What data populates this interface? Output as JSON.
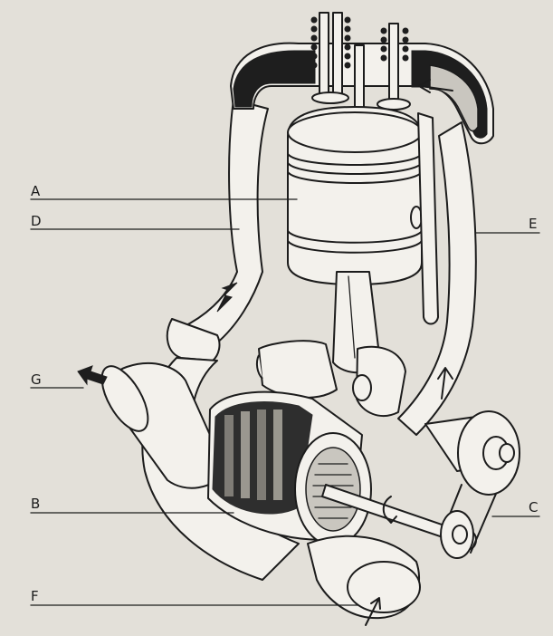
{
  "labels": {
    "A": "A",
    "B": "B",
    "C": "C",
    "D": "D",
    "E": "E",
    "F": "F",
    "G": "G"
  },
  "colors": {
    "paper": "#e3e0d9",
    "ink": "#1c1c1c",
    "metal": "#f3f1ec",
    "shade": "#c9c6bf"
  }
}
